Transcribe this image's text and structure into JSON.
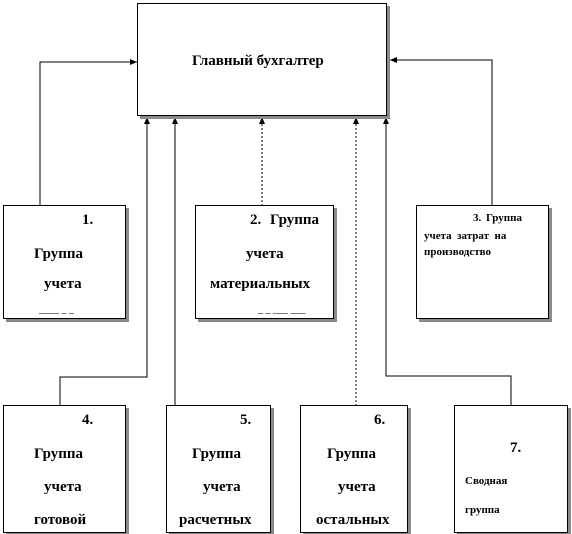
{
  "head": {
    "title": "Главный бухгалтер"
  },
  "groups": [
    {
      "num": "1.",
      "line1": "Группа",
      "line2": "учета",
      "partial": "____ _ _"
    },
    {
      "num": "2.",
      "line1": "Группа",
      "line2": "учета",
      "line3": "материальных",
      "partial": "_ _ ___ ___"
    },
    {
      "num": "3.",
      "line1": "Группа",
      "line2": "учета  затрат  на",
      "line3": "производство"
    },
    {
      "num": "4.",
      "line1": "Группа",
      "line2": "учета",
      "line3": "готовой"
    },
    {
      "num": "5.",
      "line1": "Группа",
      "line2": "учета",
      "line3": "расчетных"
    },
    {
      "num": "6.",
      "line1": "Группа",
      "line2": "учета",
      "line3": "остальных"
    },
    {
      "num": "7.",
      "line1": "Сводная",
      "line2": "группа"
    }
  ]
}
